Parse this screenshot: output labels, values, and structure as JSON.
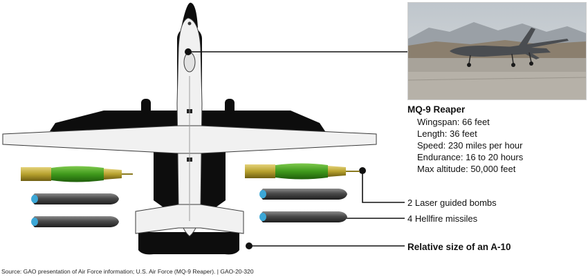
{
  "aircraft": {
    "name": "MQ-9 Reaper",
    "specs": [
      "Wingspan: 66 feet",
      "Length: 36 feet",
      "Speed: 230 miles per hour",
      "Endurance: 16 to 20 hours",
      "Max altitude: 50,000 feet"
    ]
  },
  "callouts": {
    "bombs": "2 Laser guided bombs",
    "missiles": "4 Hellfire missiles",
    "a10": "Relative size of an A-10"
  },
  "source": "Source: GAO presentation of Air Force information; U.S. Air Force (MQ-9 Reaper).  |  GAO-20-320",
  "colors": {
    "a10_silhouette": "#0d0d0d",
    "reaper_body": "#f1f1f1",
    "bomb_body": "#3f9a1c",
    "bomb_fin": "#b8a22e",
    "missile_body": "#4a4a4a",
    "missile_tip": "#3ca7d6",
    "leader_line": "#111111"
  },
  "icons": {
    "aircraft": "mq9-reaper-top-view-icon",
    "photo": "mq9-reaper-photo",
    "bomb": "laser-guided-bomb-icon",
    "missile": "hellfire-missile-icon"
  }
}
